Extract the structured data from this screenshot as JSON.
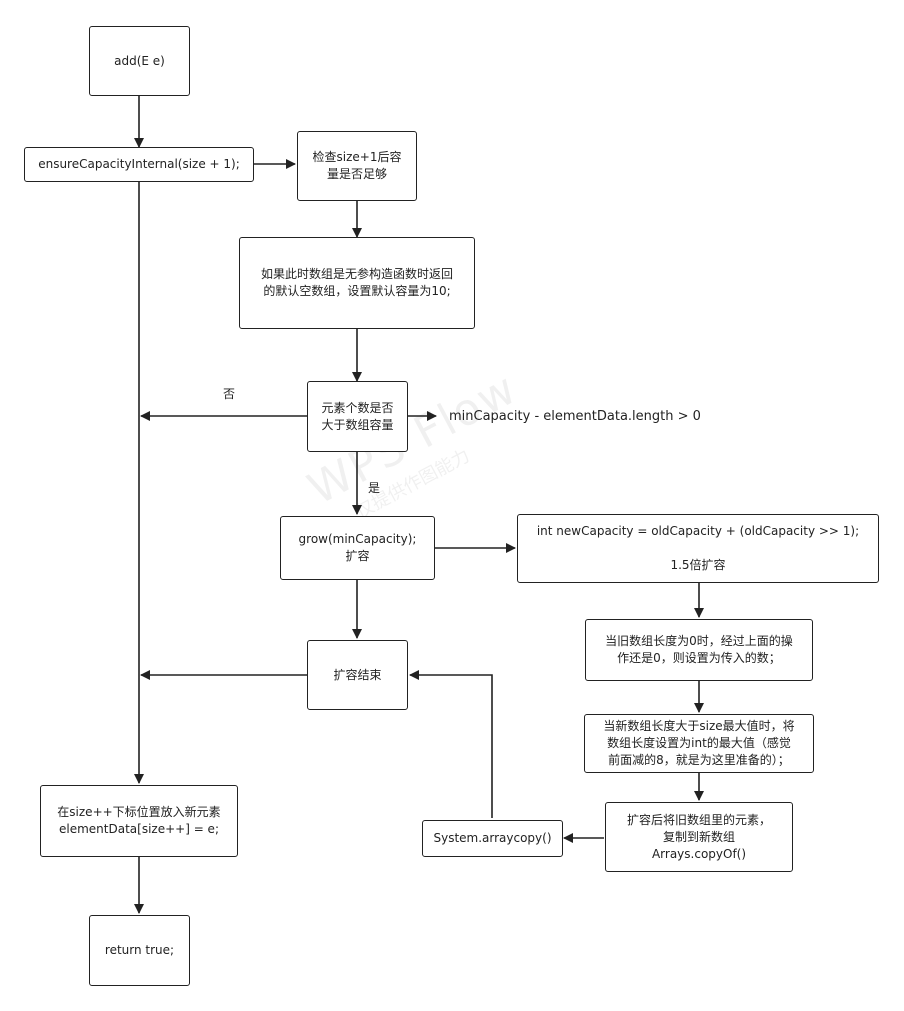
{
  "nodes": {
    "add": "add(E e)",
    "ensure": "ensureCapacityInternal(size + 1);",
    "check": [
      "检查size+1后容",
      "量是否足够"
    ],
    "default": [
      "如果此时数组是无参构造函数时返回",
      "的默认空数组，设置默认容量为10;"
    ],
    "compare": [
      "元素个数是否",
      "大于数组容量"
    ],
    "grow": [
      "grow(minCapacity);",
      "扩容"
    ],
    "newcap": [
      "int newCapacity = oldCapacity + (oldCapacity >> 1);",
      "",
      "1.5倍扩容"
    ],
    "zero": [
      "当旧数组长度为0时，经过上面的操",
      "作还是0，则设置为传入的数；"
    ],
    "max": [
      "当新数组长度大于size最大值时，将",
      "数组长度设置为int的最大值（感觉",
      "前面减的8，就是为这里准备的）；"
    ],
    "copy": [
      "扩容后将旧数组里的元素，",
      "复制到新数组",
      "Arrays.copyOf()"
    ],
    "arraycopy": "System.arraycopy()",
    "end": "扩容结束",
    "place": [
      "在size++下标位置放入新元素",
      "elementData[size++] = e;"
    ],
    "ret": "return true;"
  },
  "labels": {
    "no": "否",
    "yes": "是",
    "condition": "minCapacity - elementData.length > 0"
  },
  "watermark": {
    "brand": "WPS Flow",
    "tagline": "仅提供作图能力"
  },
  "colors": {
    "stroke": "#222222",
    "background": "#ffffff"
  }
}
